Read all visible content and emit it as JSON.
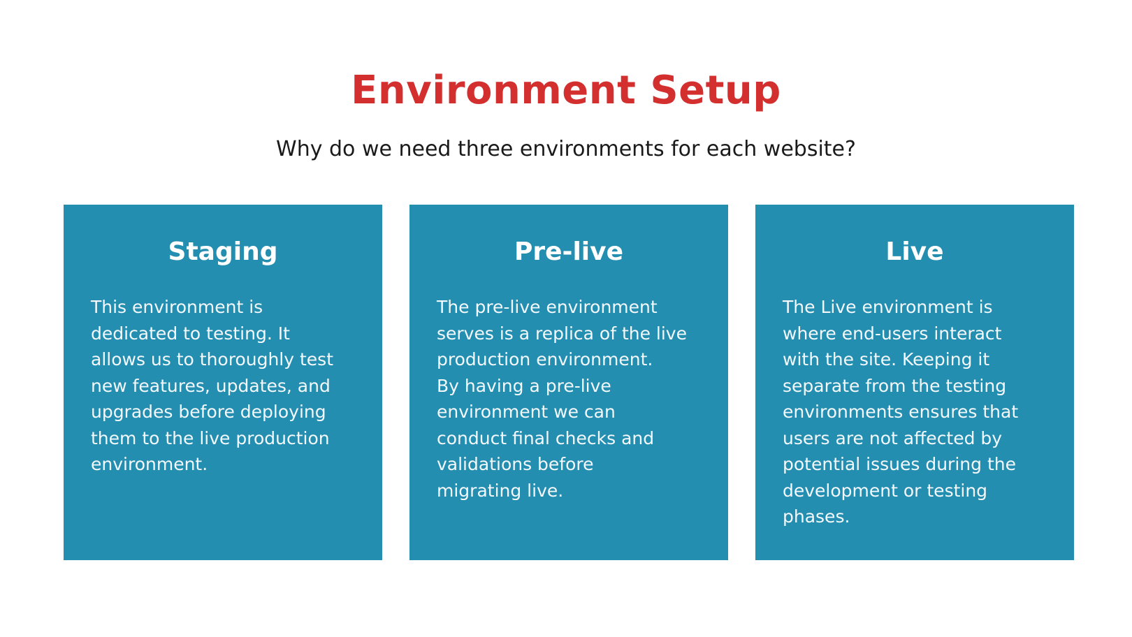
{
  "slide": {
    "title": "Environment Setup",
    "subtitle": "Why do we need three environments for each website?",
    "colors": {
      "title": "#d32f2f",
      "card_background": "#248eb0",
      "card_text": "#ffffff"
    }
  },
  "cards": [
    {
      "title": "Staging",
      "body": "This environment is\ndedicated to testing. It\nallows us to thoroughly test\nnew features, updates, and\nupgrades before deploying\nthem to the live production\nenvironment."
    },
    {
      "title": "Pre-live",
      "body": "The pre-live environment\nserves is a replica of the live\nproduction environment.\nBy having a pre-live\nenvironment we can\nconduct final checks and\nvalidations before\nmigrating live."
    },
    {
      "title": "Live",
      "body": "The Live environment is\nwhere end-users interact\nwith the site. Keeping it\nseparate from the testing\nenvironments ensures that\nusers are not affected by\npotential issues during the\ndevelopment or testing\nphases."
    }
  ]
}
